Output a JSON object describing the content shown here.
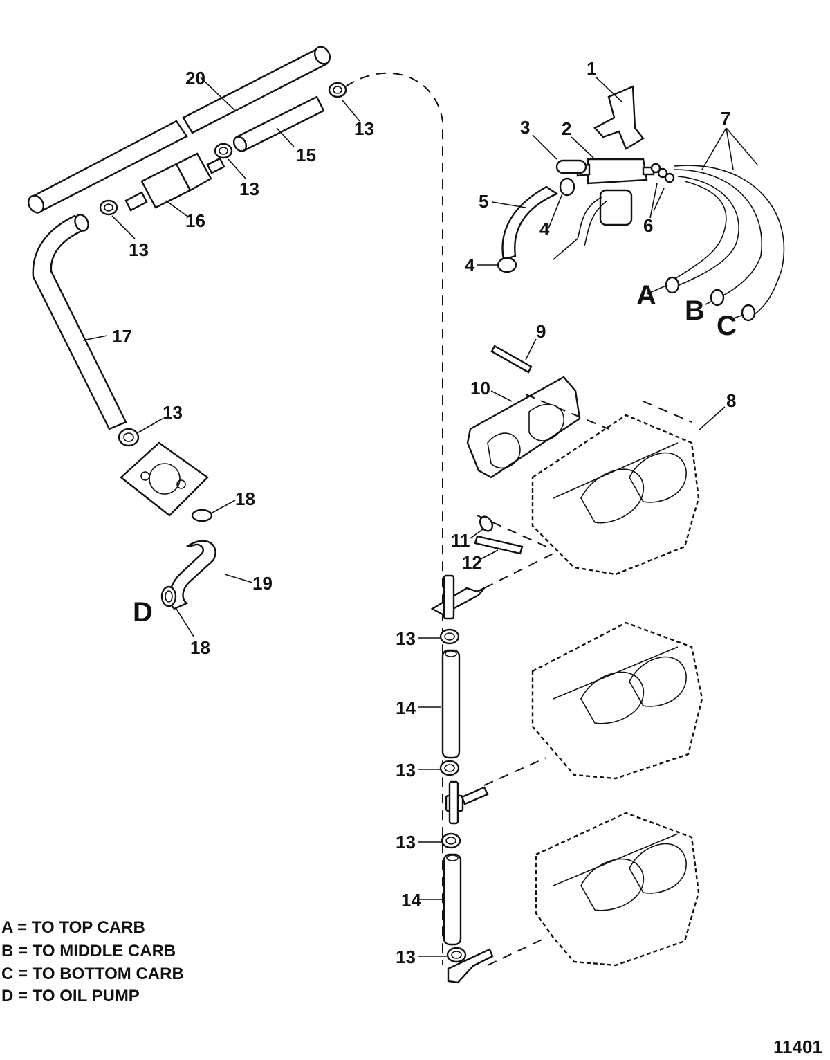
{
  "callouts": {
    "c1": "1",
    "c2": "2",
    "c3": "3",
    "c4a": "4",
    "c4b": "4",
    "c5": "5",
    "c6": "6",
    "c7": "7",
    "c8": "8",
    "c9": "9",
    "c10": "10",
    "c11": "11",
    "c12": "12",
    "c13a": "13",
    "c13b": "13",
    "c13c": "13",
    "c13d": "13",
    "c13e": "13",
    "c13f": "13",
    "c13g": "13",
    "c13h": "13",
    "c14a": "14",
    "c14b": "14",
    "c15": "15",
    "c16": "16",
    "c17": "17",
    "c18a": "18",
    "c18b": "18",
    "c19": "19",
    "c20": "20"
  },
  "letters": {
    "a": "A",
    "b": "B",
    "c": "C",
    "d": "D"
  },
  "legend": [
    "A = TO TOP CARB",
    "B = TO MIDDLE CARB",
    "C = TO BOTTOM CARB",
    "D = TO OIL PUMP"
  ],
  "figure_number": "11401"
}
